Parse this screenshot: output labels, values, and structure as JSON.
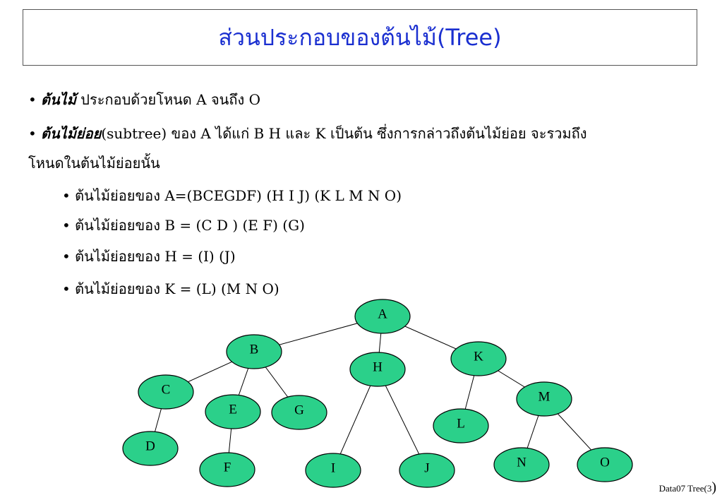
{
  "title": {
    "thai": "ส่วนประกอบของต้นไม้",
    "en": "(Tree)"
  },
  "lines": [
    {
      "bullet": "•",
      "bold": "ต้นไม้",
      "rest": " ประกอบด้วยโหนด A  จนถึง O"
    },
    {
      "bullet": "•",
      "bold": "ต้นไม้ย่อย",
      "rest": "(subtree) ของ A ได้แก่  B   H และ K  เป็นต้น ซึ่งการกล่าวถึงต้นไม้ย่อย  จะรวมถึง"
    },
    {
      "bullet": "",
      "bold": "",
      "rest": "โหนดในต้นไม้ย่อยนั้น"
    },
    {
      "bullet": "•",
      "bold": "",
      "rest": "ต้นไม้ย่อยของ A=(BCEGDF) (H I J) (K L M N O)"
    },
    {
      "bullet": "•",
      "bold": "",
      "rest": "ต้นไม้ย่อยของ B = (C D ) (E F) (G)"
    },
    {
      "bullet": "•",
      "bold": "",
      "rest": "ต้นไม้ย่อยของ H = (I) (J)"
    },
    {
      "bullet": "•",
      "bold": "",
      "rest": "ต้นไม้ย่อยของ K = (L) (M N O)"
    }
  ],
  "tree": {
    "node_color": "#2bd08a",
    "nodes": [
      "A",
      "B",
      "H",
      "K",
      "C",
      "E",
      "G",
      "M",
      "L",
      "D",
      "F",
      "I",
      "J",
      "N",
      "O"
    ],
    "edges": [
      [
        "A",
        "B"
      ],
      [
        "A",
        "H"
      ],
      [
        "A",
        "K"
      ],
      [
        "B",
        "C"
      ],
      [
        "B",
        "E"
      ],
      [
        "B",
        "G"
      ],
      [
        "C",
        "D"
      ],
      [
        "E",
        "F"
      ],
      [
        "H",
        "I"
      ],
      [
        "H",
        "J"
      ],
      [
        "K",
        "L"
      ],
      [
        "K",
        "M"
      ],
      [
        "M",
        "N"
      ],
      [
        "M",
        "O"
      ]
    ]
  },
  "footer": {
    "text": "Data07 Tree(3",
    "paren": ")"
  }
}
